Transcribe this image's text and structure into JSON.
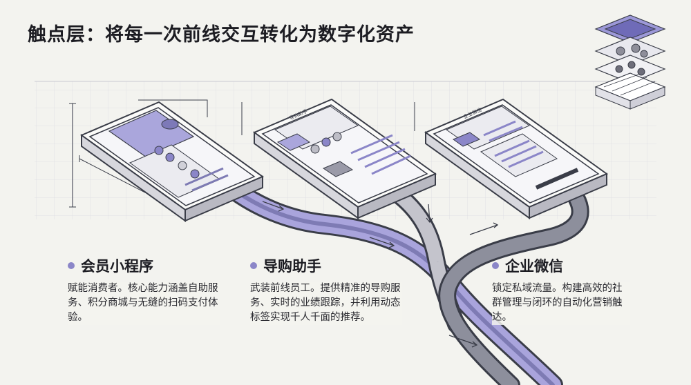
{
  "title": "触点层：将每一次前线交互转化为数字化资产",
  "accent_color": "#8b86c8",
  "line_color": "#3a3d48",
  "channels": [
    {
      "name": "会员小程序",
      "description": "赋能消费者。核心能力涵盖自助服务、积分商城与无缝的扫码支付体验。",
      "icon": "phone-icon"
    },
    {
      "name": "导购助手",
      "description": "武装前线员工。提供精准的导购服务、实时的业绩跟踪，并利用动态标签实现千人千面的推荐。",
      "icon": "phone-icon",
      "screen_label": "导购助手"
    },
    {
      "name": "企业微信",
      "description": "锁定私域流量。构建高效的社群管理与闭环的自动化营销触达。",
      "icon": "phone-icon",
      "screen_label": "企业微信"
    }
  ],
  "layer_stack_icon": "layer-stack-icon"
}
